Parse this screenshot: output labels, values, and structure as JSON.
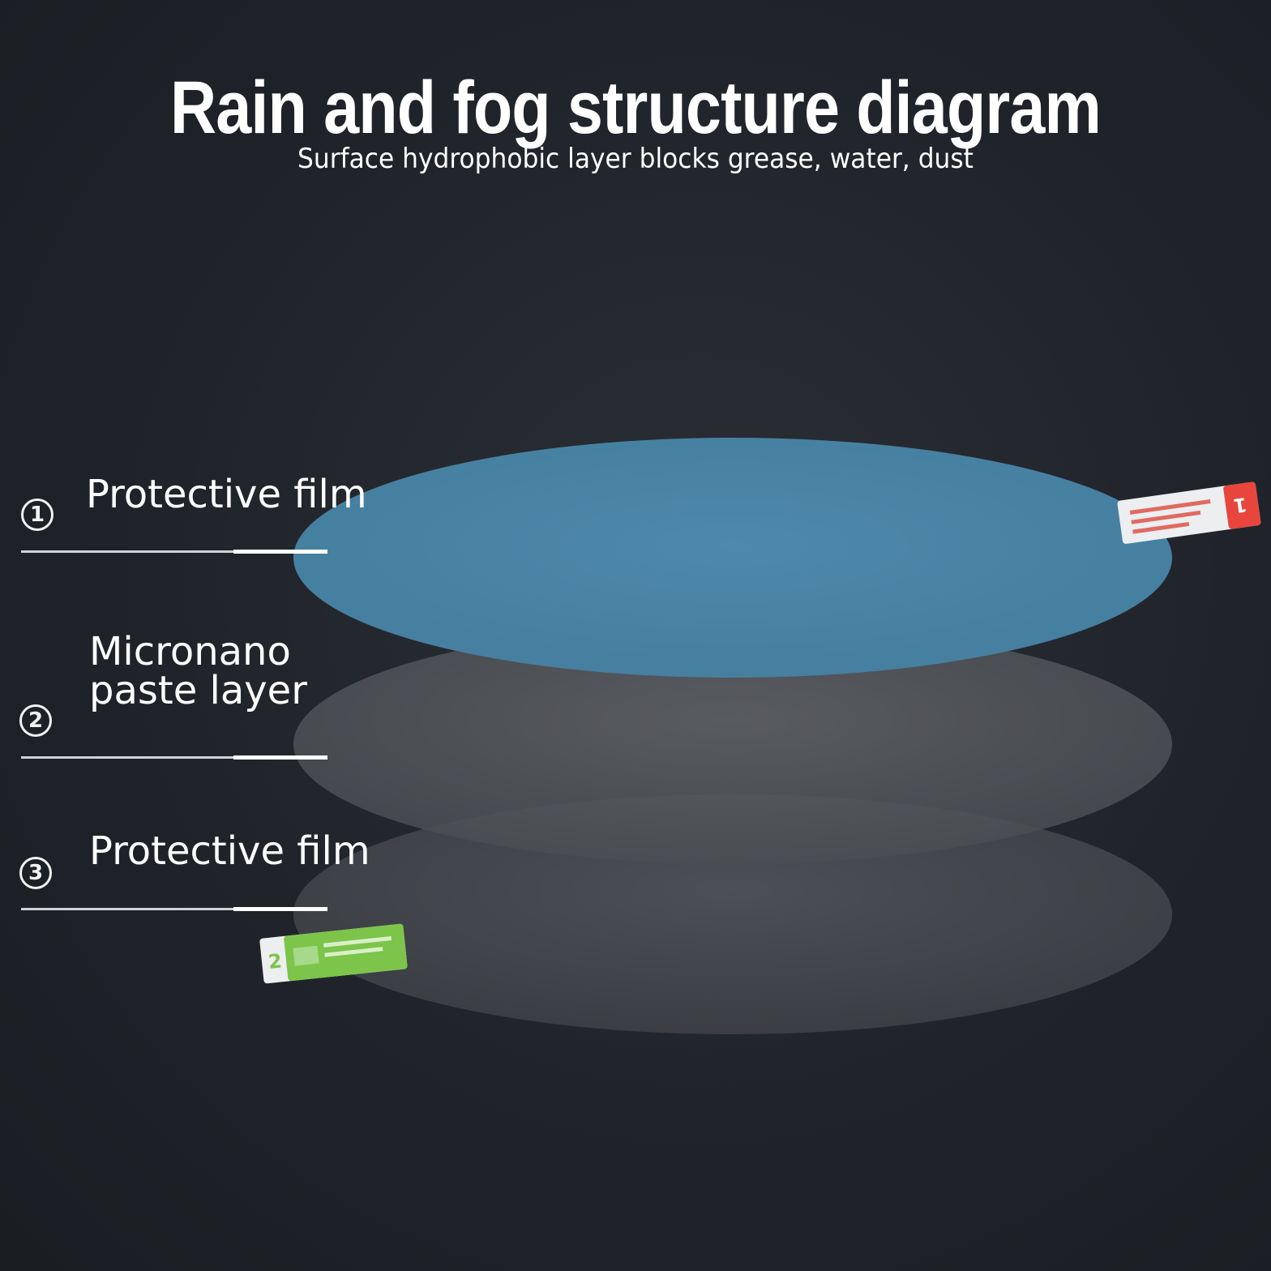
{
  "header": {
    "title": "Rain and fog structure diagram",
    "subtitle": "Surface hydrophobic layer blocks grease, water, dust"
  },
  "layers": [
    {
      "number": "1",
      "label": "Protective film",
      "color": "#4a87a8"
    },
    {
      "number": "2",
      "label_line1": "Micronano",
      "label_line2": "paste layer",
      "color": "#5a5d62"
    },
    {
      "number": "3",
      "label": "Protective film",
      "color": "#46494e"
    }
  ],
  "tabs": {
    "top": {
      "number": "1",
      "color": "#e8453c"
    },
    "bottom": {
      "number": "2",
      "color": "#7cc44a"
    }
  },
  "colors": {
    "background": "#1f2329",
    "text": "#ffffff"
  }
}
